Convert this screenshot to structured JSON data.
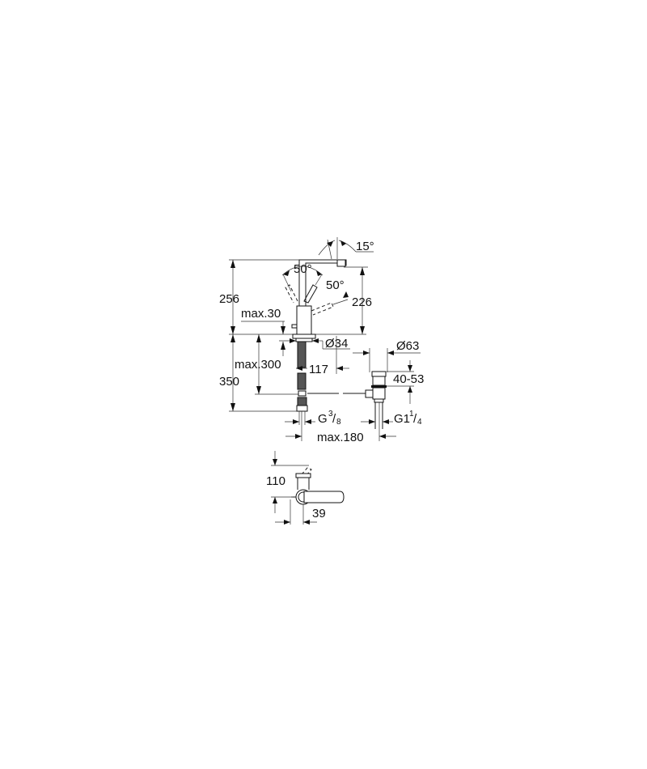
{
  "drawing": {
    "title": "Basin mixer technical dimension drawing",
    "units": "mm",
    "dimensions": {
      "angle_spout": "15°",
      "angle_lever_left": "50°",
      "angle_lever_right": "50°",
      "total_height": "256",
      "spout_height": "226",
      "max_deck_thickness": "max.30",
      "base_diameter": "Ø34",
      "max_hose_length": "max.300",
      "height_below": "350",
      "hose_offset": "117",
      "waste_diameter": "Ø63",
      "waste_range": "40-53",
      "connection_thread": "G",
      "connection_thread_num": "3",
      "connection_thread_den": "8",
      "waste_thread": "G1",
      "waste_thread_num": "1",
      "waste_thread_den": "4",
      "max_distance": "max.180",
      "top_view_depth": "110",
      "top_view_width": "39"
    }
  }
}
